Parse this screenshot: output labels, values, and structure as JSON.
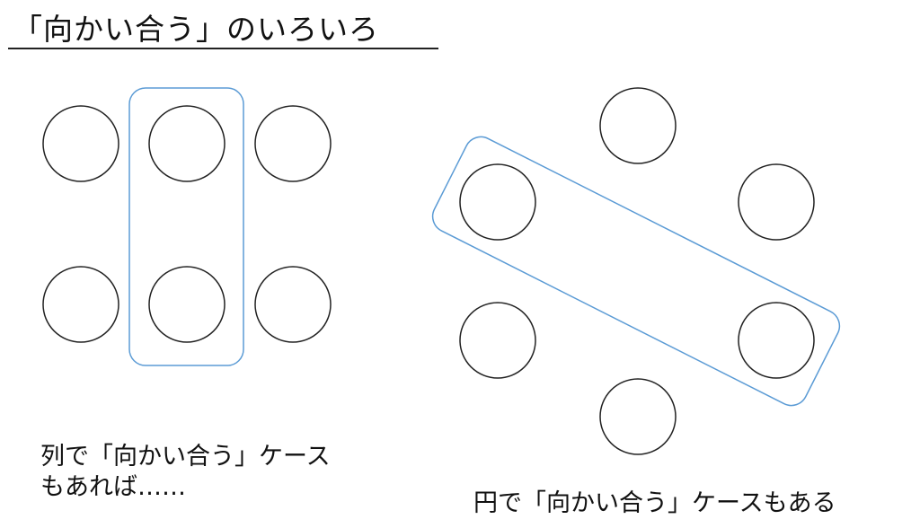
{
  "title": "「向かい合う」のいろいろ",
  "left_panel": {
    "caption_line1": "列で「向かい合う」ケース",
    "caption_line2": "もあれば……",
    "highlight_color": "#5b9bd5",
    "circle_stroke": "#222222",
    "seats": [
      {
        "row": 1,
        "col": 1,
        "highlighted": false
      },
      {
        "row": 1,
        "col": 2,
        "highlighted": true
      },
      {
        "row": 1,
        "col": 3,
        "highlighted": false
      },
      {
        "row": 2,
        "col": 1,
        "highlighted": false
      },
      {
        "row": 2,
        "col": 2,
        "highlighted": true
      },
      {
        "row": 2,
        "col": 3,
        "highlighted": false
      }
    ]
  },
  "right_panel": {
    "caption": "円で「向かい合う」ケースもある",
    "highlight_color": "#5b9bd5",
    "seats": [
      {
        "position": "top",
        "highlighted": false
      },
      {
        "position": "upper-left",
        "highlighted": true
      },
      {
        "position": "upper-right",
        "highlighted": false
      },
      {
        "position": "lower-left",
        "highlighted": false
      },
      {
        "position": "lower-right",
        "highlighted": true
      },
      {
        "position": "bottom",
        "highlighted": false
      }
    ]
  }
}
